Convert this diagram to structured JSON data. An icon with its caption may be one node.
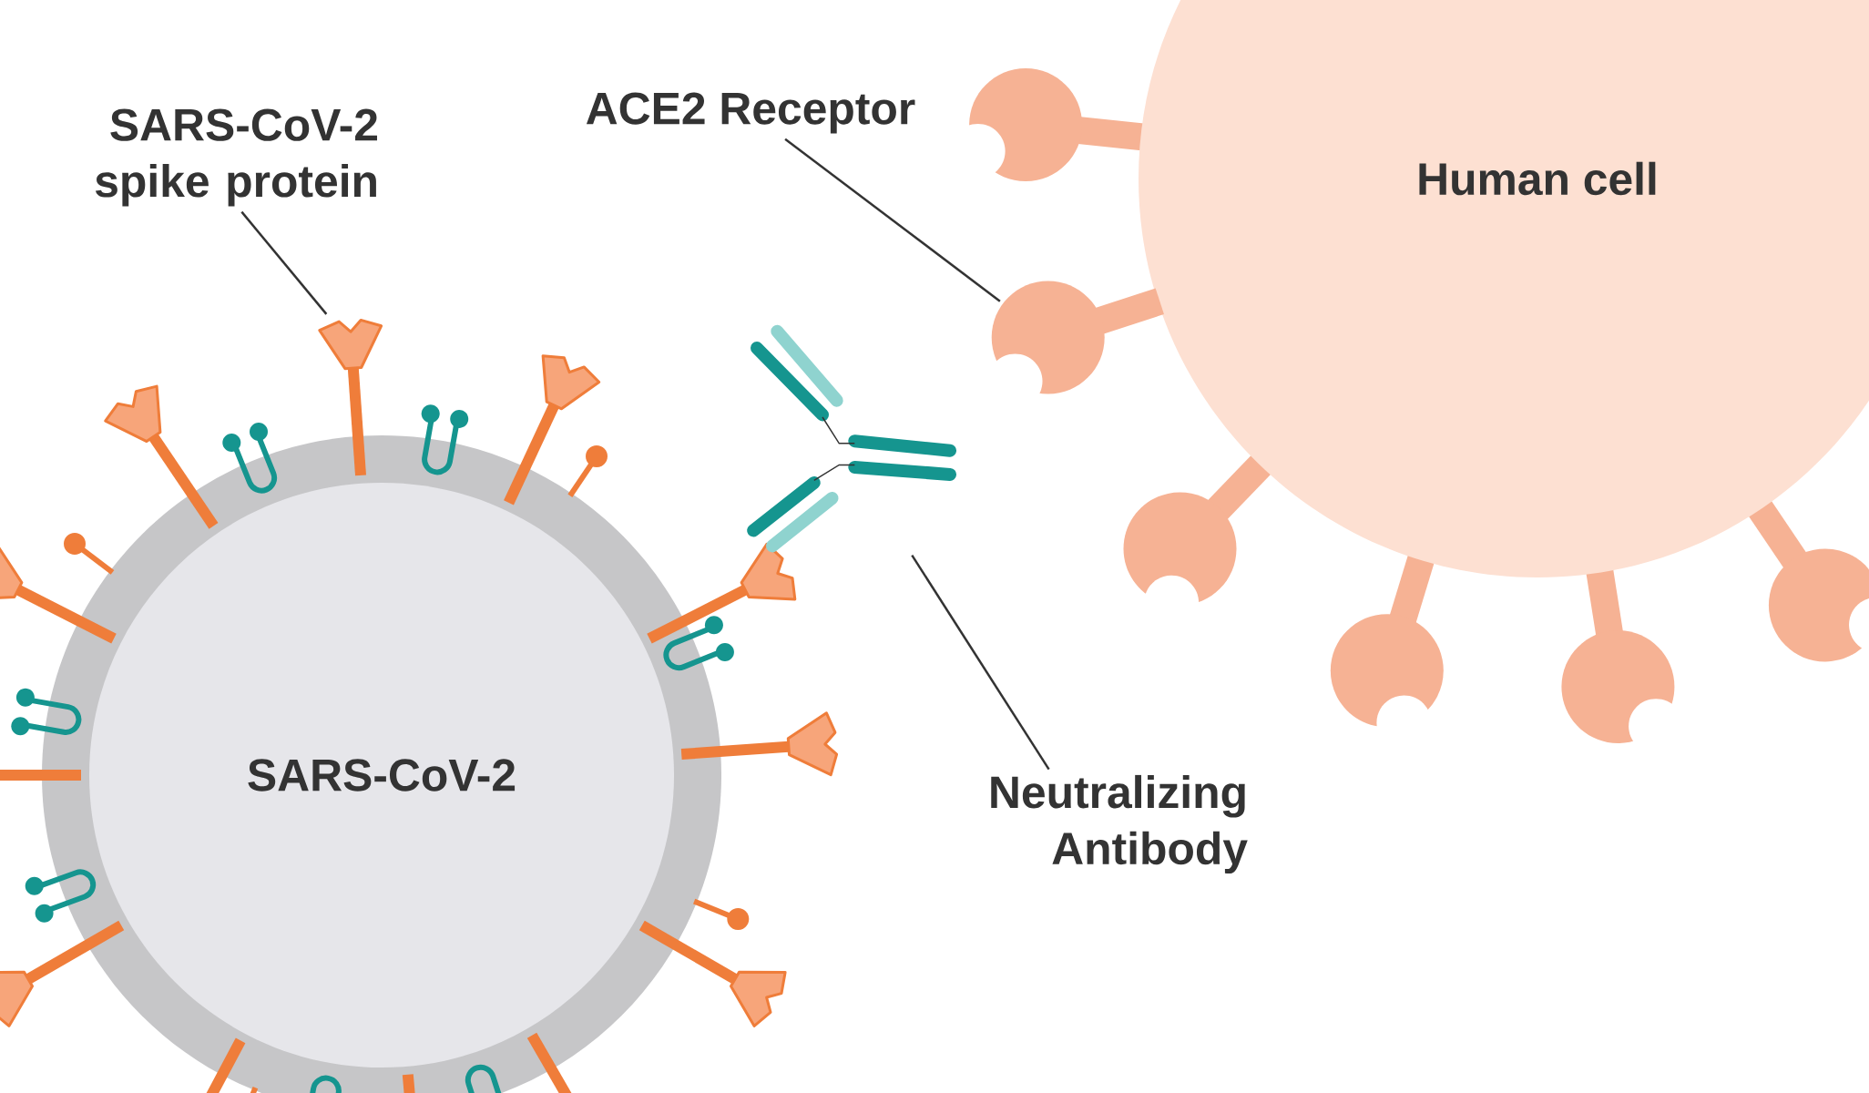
{
  "diagram": {
    "nodes": [
      {
        "text": [
          "SARS-CoV-2 spike protein"
        ]
      },
      {
        "text": [],
        "shape": "picture"
      },
      {
        "text": [
          "ACE2 Receptor"
        ]
      },
      {
        "text": [],
        "shape": "circle"
      },
      {
        "text": [
          "Human cell"
        ]
      },
      {
        "text": [
          "SARS-CoV-2"
        ]
      },
      {
        "text": [
          "Neutralizing Antibody"
        ]
      },
      {
        "text": [],
        "shape": "picture"
      }
    ],
    "edges": [
      {
        "from": 0,
        "to": 1,
        "arrow": "none"
      },
      {
        "from": 2,
        "to": 3,
        "arrow": "none"
      },
      {
        "from": 6,
        "to": 7,
        "arrow": "none"
      }
    ]
  }
}
